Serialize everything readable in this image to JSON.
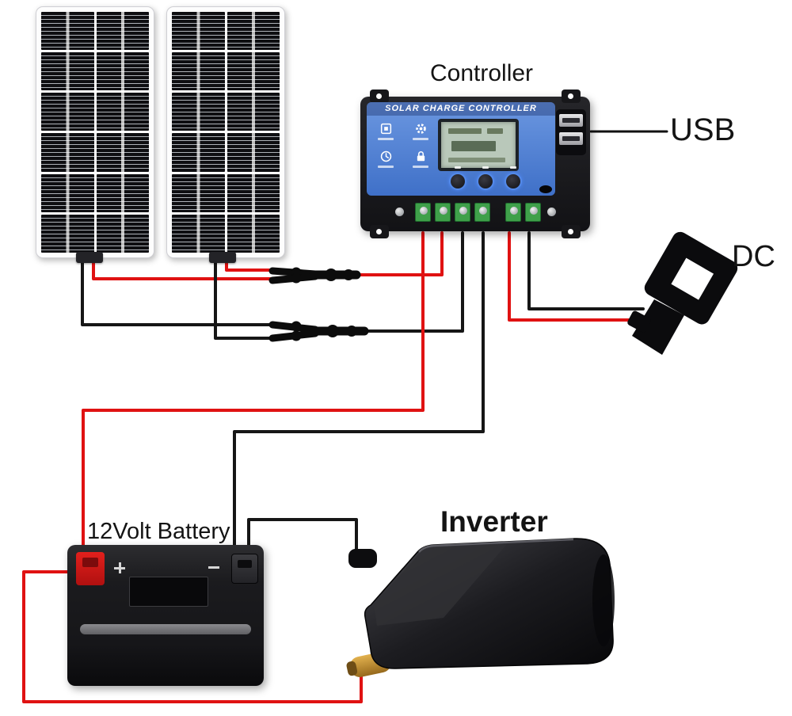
{
  "diagram": {
    "labels": {
      "controller": "Controller",
      "usb": "USB",
      "dc": "DC",
      "battery": "12Volt Battery",
      "inverter": "Inverter"
    },
    "controller": {
      "header": "SOLAR CHARGE CONTROLLER",
      "usb_ports": 2,
      "buttons": 3,
      "terminals": 6,
      "icons": [
        "mcu-icon",
        "gear-icon",
        "clock-icon",
        "lock-icon"
      ]
    },
    "solar_panels": {
      "count": 2,
      "cell_columns": 2,
      "cell_rows": 6,
      "cells_per_panel": 12
    },
    "colors": {
      "wire_positive": "#e01212",
      "wire_negative": "#161616",
      "controller_face": "#4d82d8",
      "lcd_screen": "#b9c8ba",
      "terminal_green": "#3fa04a",
      "battery_positive_terminal": "#d41417",
      "inverter_connector_gold": "#b8862b",
      "label_text": "#141414"
    }
  }
}
